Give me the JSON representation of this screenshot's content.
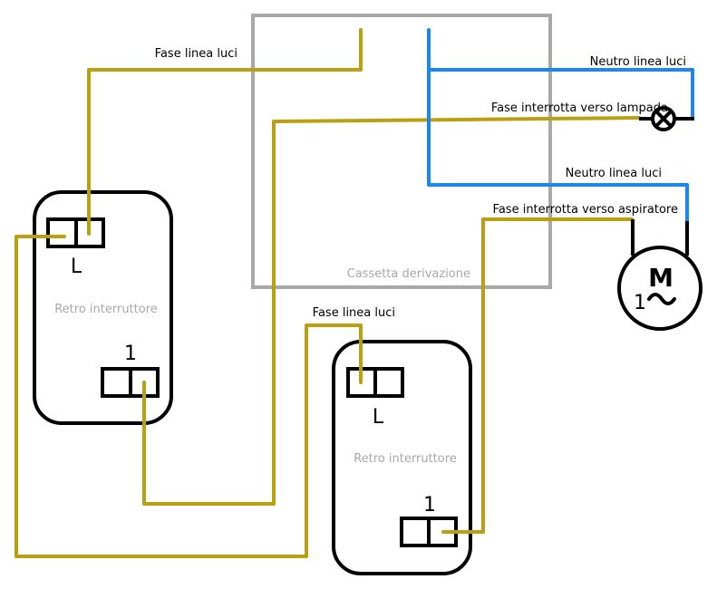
{
  "diagram": {
    "title": "Schema collegamento interruttori, lampada e aspiratore",
    "colors": {
      "phase": "#b8a010",
      "neutral": "#1a86f0",
      "junction_box": "#a8a8a8",
      "component": "#000000"
    },
    "junction_box": {
      "label": "Cassetta derivazione"
    },
    "switches": [
      {
        "label": "Retro interruttore",
        "terminal_l": "L",
        "terminal_1": "1",
        "feed_label": "Fase linea luci"
      },
      {
        "label": "Retro interruttore",
        "terminal_l": "L",
        "terminal_1": "1",
        "feed_label": "Fase linea luci"
      }
    ],
    "wire_labels": {
      "neutral_lamp": "Neutro linea luci",
      "switched_phase_lamp": "Fase interrotta verso lampada",
      "neutral_fan": "Neutro linea luci",
      "switched_phase_fan": "Fase interrotta verso aspiratore"
    },
    "lamp": {
      "symbol": "lamp-icon"
    },
    "motor": {
      "letter": "M",
      "phase_count": "1",
      "ac_symbol": "~"
    }
  }
}
